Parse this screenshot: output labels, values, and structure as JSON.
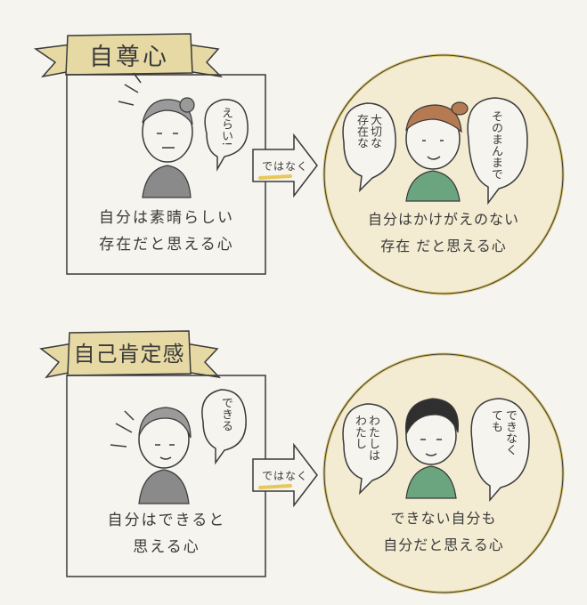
{
  "section1": {
    "ribbon_label": "自尊心",
    "arrow_label": "ではなく",
    "left_bubble": "えらい!",
    "left_caption": "自分は素晴らしい\n存在だと思える心",
    "right_bubble_a": "大切な\n存在な",
    "right_bubble_b": "そのまんまで",
    "right_caption": "自分はかけがえのない\n存在 だと思える心"
  },
  "section2": {
    "ribbon_label": "自己肯定感",
    "arrow_label": "ではなく",
    "left_bubble": "できる",
    "left_caption": "自分はできると\n思える心",
    "right_bubble_a": "わたしは\nわたし",
    "right_bubble_b": "できなく\nても",
    "right_caption": "できない自分も\n自分だと思える心"
  },
  "colors": {
    "ribbon": "#e6d9a4",
    "circle_fill": "#f3ebd2",
    "circle_stroke": "#d8c26a",
    "arrow_highlight": "#e8c85a",
    "shirt1": "#8a8a8a",
    "shirt2": "#6aa57f",
    "hair_brown": "#b67a53",
    "hair_black": "#2f2f2f"
  }
}
